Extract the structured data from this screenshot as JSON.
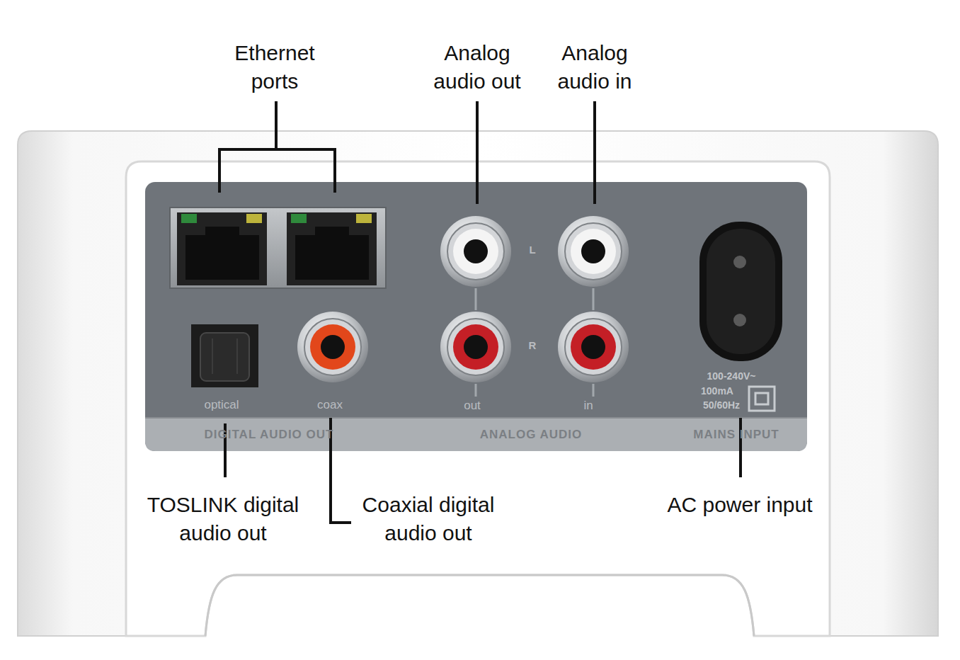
{
  "diagram": {
    "labels": [
      "Ethernet ports",
      "Analog audio out",
      "Analog audio in",
      "L",
      "R",
      "100-240V~",
      "100mA",
      "50/60Hz",
      "optical",
      "coax",
      "out",
      "in",
      "DIGITAL AUDIO OUT",
      "ANALOG AUDIO",
      "MAINS INPUT",
      "TOSLINK digital audio out",
      "Coaxial digital audio out",
      "AC power input"
    ]
  }
}
